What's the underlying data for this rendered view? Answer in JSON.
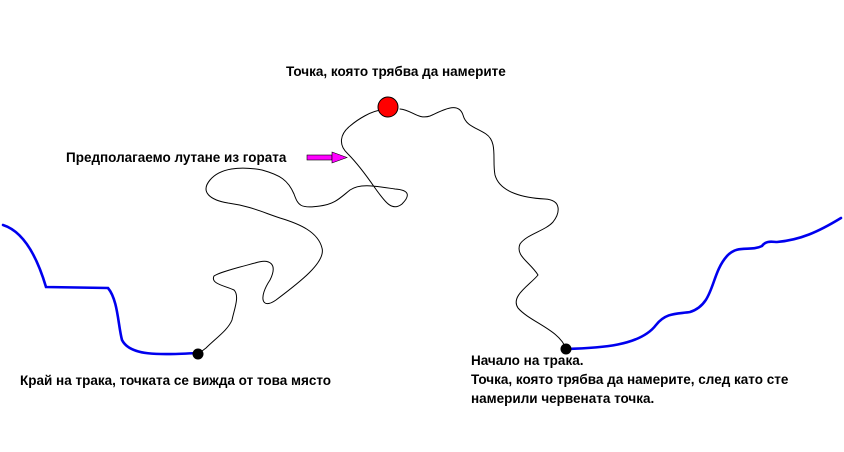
{
  "labels": {
    "target_point": "Точка, която трябва да намерите",
    "assumed_wandering": "Предполагаемо лутане из гората",
    "track_end": "Край на трака, точката се вижда от това място",
    "track_start_line1": "Начало на трака.",
    "track_start_line2": "Точка, която трябва да намерите, след като сте",
    "track_start_line3": "намерили червената точка."
  },
  "colors": {
    "track": "#0000ee",
    "wander_path": "#000000",
    "target_marker": "#ff0000",
    "endpoint_marker": "#000000",
    "arrow": "#ff00ff"
  }
}
